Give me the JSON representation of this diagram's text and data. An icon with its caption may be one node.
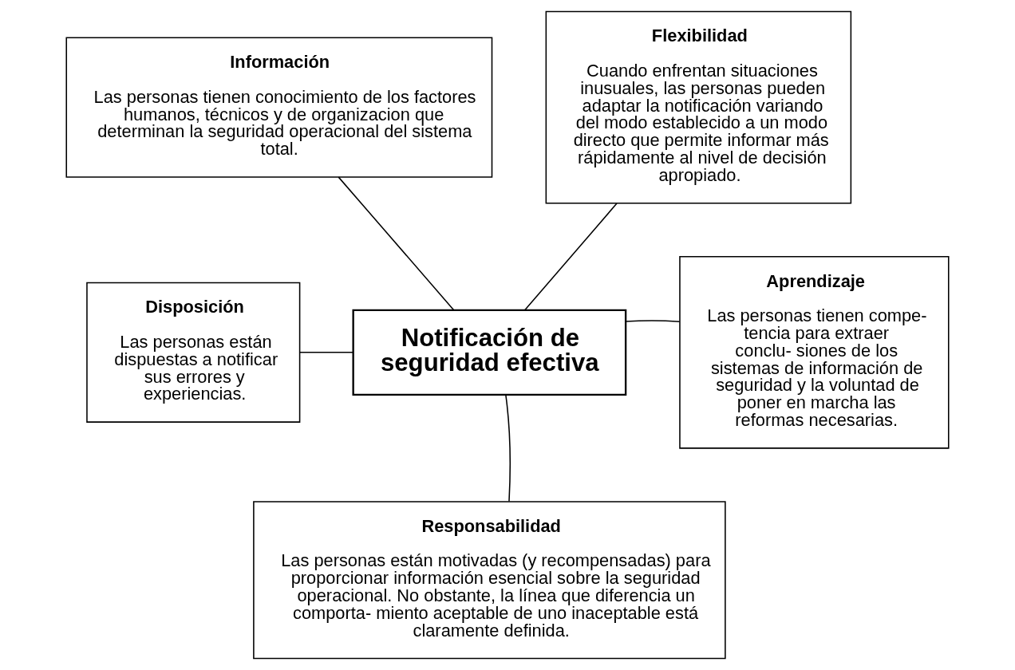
{
  "diagram": {
    "nodes": [
      {
        "text": [
          "Información",
          "Las personas tienen conocimiento de los factores humanos, técnicos y de organizacion que determinan la seguridad operacional del sistema total."
        ]
      },
      {
        "text": [
          "Flexibilidad",
          "Cuando enfrentan situaciones inusuales, las personas pueden adaptar la notificación variando del modo establecido a un modo directo que permite informar más rápidamente al nivel de decisión apropiado."
        ]
      },
      {
        "text": [
          "Disposición",
          "Las personas están dispuestas a notificar sus errores y experiencias."
        ]
      },
      {
        "text": [
          "Notificación de seguridad efectiva"
        ]
      },
      {
        "text": [
          "Aprendizaje",
          "Las personas tienen compe- tencia para extraer conclu- siones de los sistemas de información de seguridad y la voluntad de poner en marcha las reformas necesarias."
        ]
      },
      {
        "text": [
          "Responsabilidad",
          "Las personas están motivadas (y recompensadas) para proporcionar información esencial sobre la seguridad operacional. No obstante, la línea que diferencia un comporta- miento aceptable de uno inaceptable está claramente definida."
        ]
      }
    ],
    "edges": [
      {
        "from": 0,
        "to": 3,
        "arrow": "none"
      },
      {
        "from": 1,
        "to": 3,
        "arrow": "none"
      },
      {
        "from": 2,
        "to": 3,
        "arrow": "none"
      },
      {
        "from": 4,
        "to": 3,
        "arrow": "none"
      },
      {
        "from": 5,
        "to": 3,
        "arrow": "none"
      }
    ]
  }
}
